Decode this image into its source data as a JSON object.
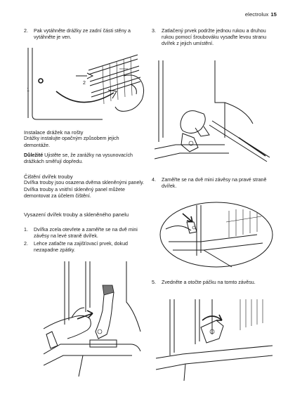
{
  "header": {
    "brand": "electrolux",
    "page_number": "15"
  },
  "left_column": {
    "step2": {
      "number": "2.",
      "text": "Pak vytáhněte drážky ze zadní části stěny a vytáhněte je ven."
    },
    "figure_labels": {
      "label1": "1",
      "label2": "2"
    },
    "section_install": {
      "title": "Instalace drážek na rošty",
      "body": "Drážky instalujte opačným způsobem jejich demontáže.",
      "important_label": "Důležité",
      "important_text": " Ujistěte se, že zarážky na vysunovacích drážkách směřují dopředu."
    },
    "section_clean": {
      "title": "Čištění dvířek trouby",
      "body": "Dvířka trouby jsou osazena dvěma skleněnými panely. Dvířka trouby a vnitřní skleněný panel můžete demontovat za účelem čištění."
    },
    "section_remove": {
      "title": "Vysazení dvířek trouby a skleněného panelu",
      "steps": [
        {
          "number": "1.",
          "text": "Dvířka zcela otevřete a zaměřte se na dvě mini závěsy na levé straně dvířek."
        },
        {
          "number": "2.",
          "text": "Lehce zatlačte na zajišťovací prvek, dokud nezapadne zpátky."
        }
      ]
    }
  },
  "right_column": {
    "step3": {
      "number": "3.",
      "text": "Zatlačený prvek podržte jednou rukou a druhou rukou pomocí šroubováku vysaďte levou stranu dvířek z jejich umístění."
    },
    "step4": {
      "number": "4.",
      "text": "Zaměřte se na dvě mini závěsy na pravé straně dvířek."
    },
    "step5": {
      "number": "5.",
      "text": "Zvedněte a otočte páčku na tomto závěsu."
    }
  }
}
